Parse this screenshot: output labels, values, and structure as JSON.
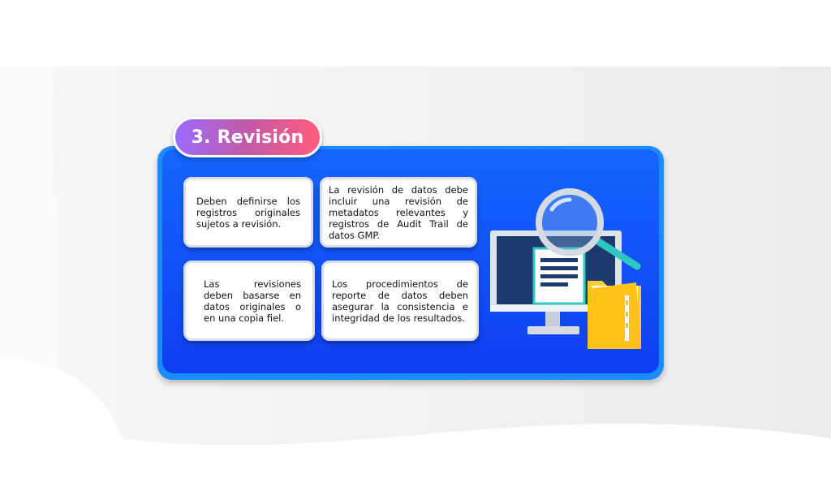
{
  "title": "3. Revisión",
  "boxes": [
    "Deben definirse los registros originales sujetos a revisión.",
    "La revisión de datos debe incluir una revisión de metadatos relevantes y registros de Audit Trail de datos GMP.",
    "Las revisiones deben basarse en datos originales o en una copia fiel.",
    "Los procedimientos de reporte de datos deben asegurar la consistencia e integridad de los resultados."
  ],
  "colors": {
    "card_blue": "#1566ff",
    "card_border": "#1a8cff",
    "pill_start": "#9b6bff",
    "pill_end": "#ff5d7d",
    "folder_yellow": "#ffcc33",
    "doc_teal": "#35c8c3"
  },
  "icons": {
    "illustration": "monitor-magnifier-folder-icon"
  }
}
